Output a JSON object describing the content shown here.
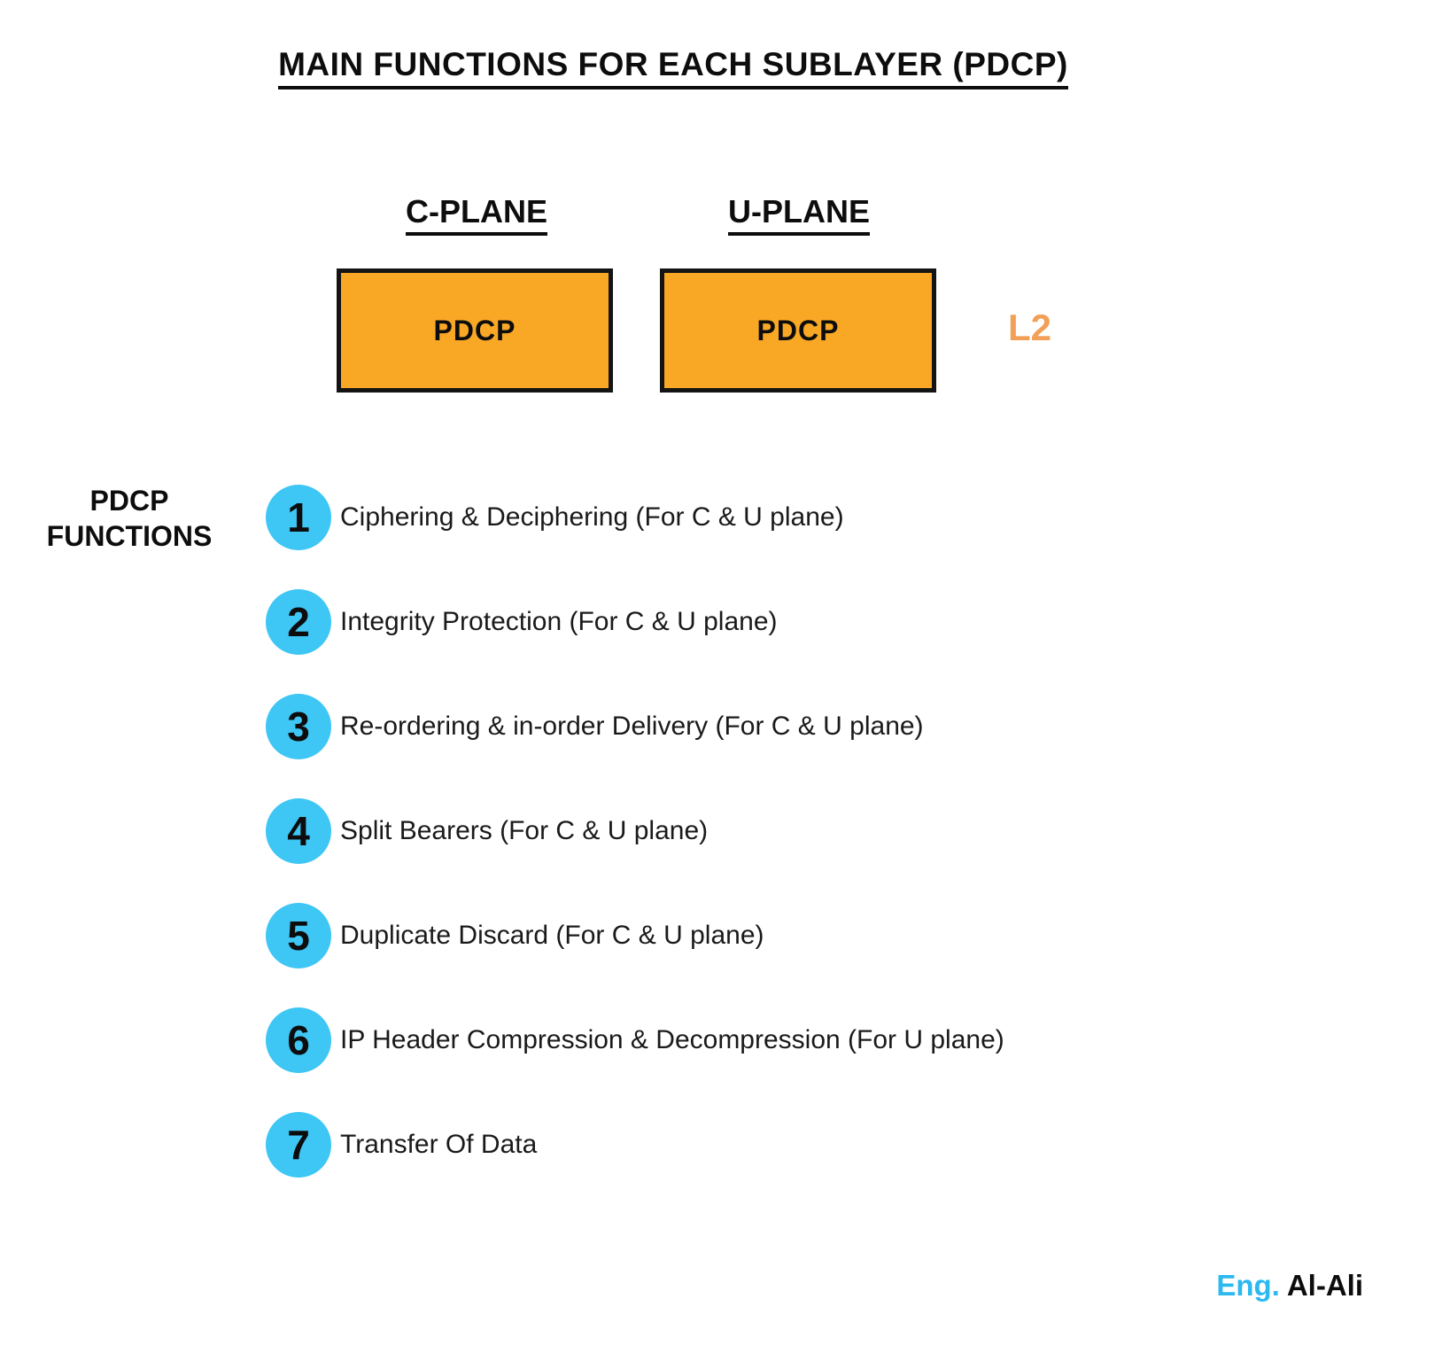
{
  "title": "MAIN FUNCTIONS FOR EACH SUBLAYER (PDCP)",
  "planes": {
    "c_plane": {
      "header": "C-PLANE",
      "box_label": "PDCP"
    },
    "u_plane": {
      "header": "U-PLANE",
      "box_label": "PDCP"
    },
    "layer_label": "L2"
  },
  "functions_section": {
    "label_line1": "PDCP",
    "label_line2": "FUNCTIONS",
    "items": [
      {
        "number": "1",
        "text": "Ciphering & Deciphering (For C & U plane)"
      },
      {
        "number": "2",
        "text": "Integrity Protection (For C & U plane)"
      },
      {
        "number": "3",
        "text": "Re-ordering & in-order Delivery (For C & U plane)"
      },
      {
        "number": "4",
        "text": "Split Bearers (For C & U plane)"
      },
      {
        "number": "5",
        "text": "Duplicate Discard (For C & U plane)"
      },
      {
        "number": "6",
        "text": "IP Header Compression & Decompression (For U plane)"
      },
      {
        "number": "7",
        "text": "Transfer Of Data"
      }
    ]
  },
  "footer": {
    "prefix": "Eng.",
    "name": "Al-Ali"
  },
  "colors": {
    "box_fill": "#F9A825",
    "box_border": "#141414",
    "badge_fill": "#3EC6F5",
    "layer_label_color": "#F2A057",
    "footer_prefix_color": "#2CB9F0"
  }
}
